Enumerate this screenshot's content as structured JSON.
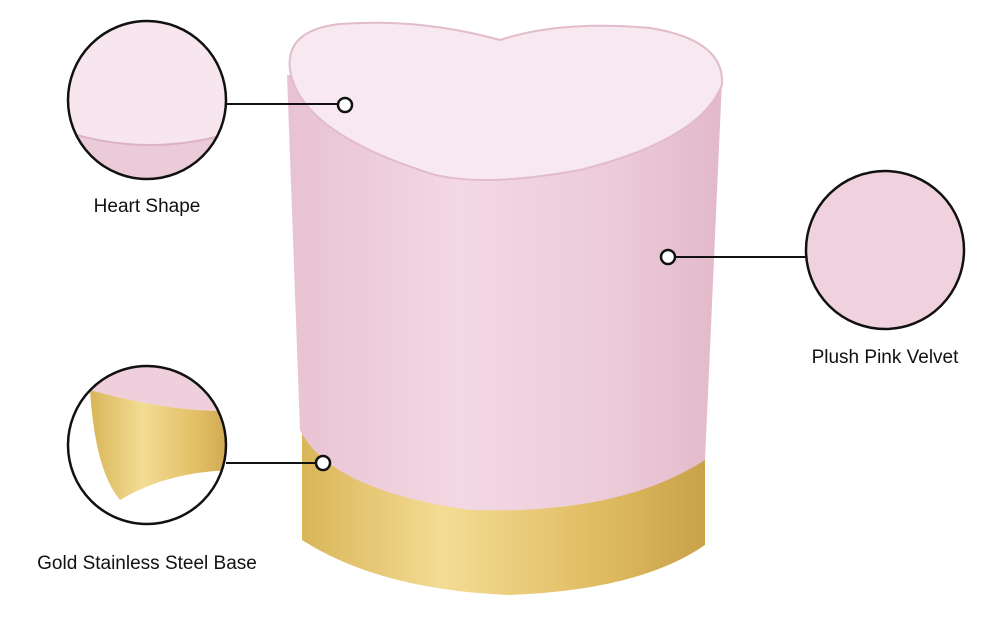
{
  "callouts": [
    {
      "id": "heart-shape",
      "label": "Heart Shape"
    },
    {
      "id": "plush-pink-velvet",
      "label": "Plush Pink Velvet"
    },
    {
      "id": "gold-base",
      "label": "Gold Stainless Steel Base"
    }
  ],
  "colors": {
    "velvet": "#f1d3df",
    "velvet_shadow": "#e4bccc",
    "velvet_light": "#f8e6ee",
    "gold": "#e6c46a",
    "gold_dark": "#c9a24a",
    "gold_light": "#f3dc94",
    "outline": "#111111"
  }
}
